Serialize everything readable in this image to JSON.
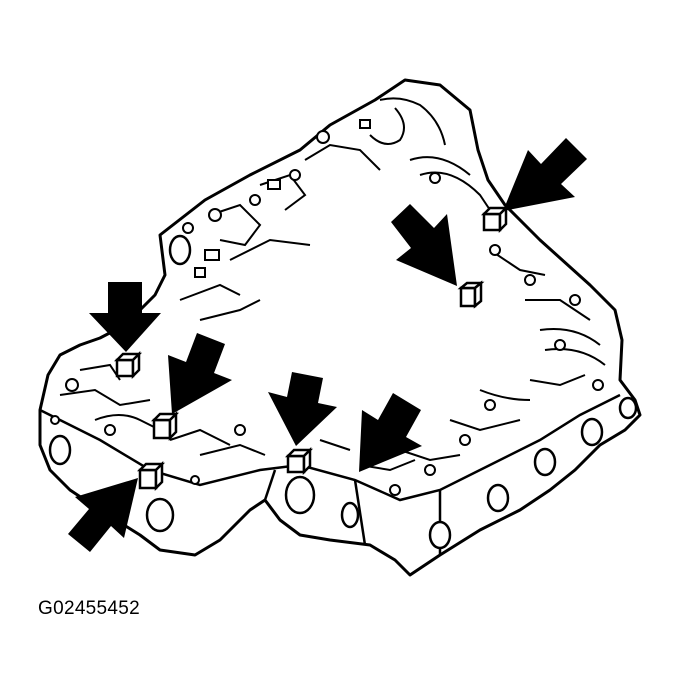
{
  "figure": {
    "code": "G02455452",
    "subject": "valve-body-check-ball-locations",
    "colors": {
      "line": "#000000",
      "fill": "#ffffff",
      "arrow": "#000000"
    },
    "callout_arrow_count": 7
  }
}
